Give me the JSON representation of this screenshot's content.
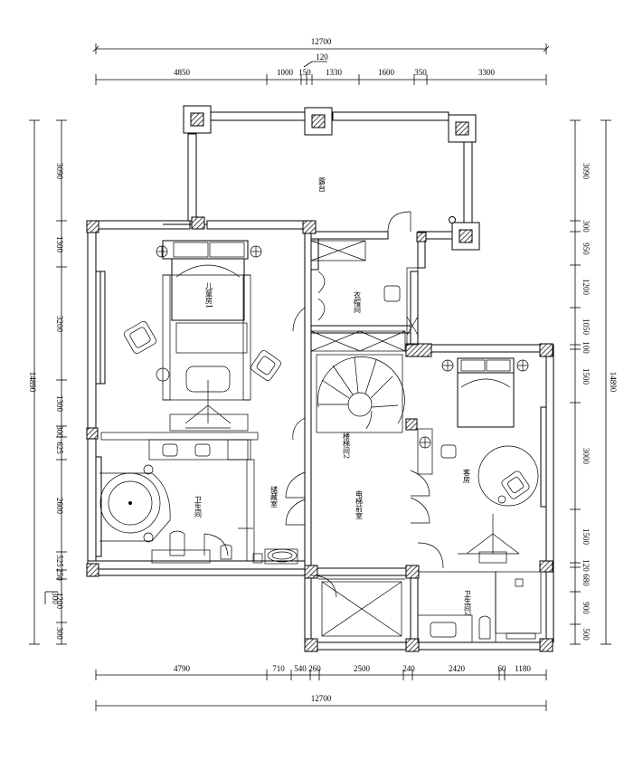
{
  "dimensions": {
    "top_total": "12700",
    "top_small": "120",
    "top_segments": [
      "4850",
      "1000",
      "150",
      "1330",
      "1600",
      "350",
      "3300"
    ],
    "bottom_segments": [
      "4790",
      "710",
      "540",
      "260",
      "2500",
      "240",
      "2420",
      "60",
      "1180"
    ],
    "bottom_total": "12700",
    "left_segments": [
      "3090",
      "1300",
      "3200",
      "1300",
      "300",
      "625",
      "2600",
      "525",
      "250",
      "1200",
      "300"
    ],
    "left_total": "14890",
    "left_small": "300",
    "right_segments": [
      "3090",
      "300",
      "950",
      "1200",
      "1050",
      "100",
      "1500",
      "3000",
      "1500",
      "120",
      "680",
      "900",
      "500"
    ],
    "right_total": "14890"
  },
  "rooms": {
    "terrace": "露台",
    "child_bedroom": "儿童房1",
    "cloakroom": "衣帽间",
    "stair_room": "楼梯间2",
    "elevator_hall": "电梯前室",
    "guest_room": "客房",
    "bathroom_left": "卫生间",
    "storage": "储藏室",
    "bathroom_right": "卫生间2"
  }
}
